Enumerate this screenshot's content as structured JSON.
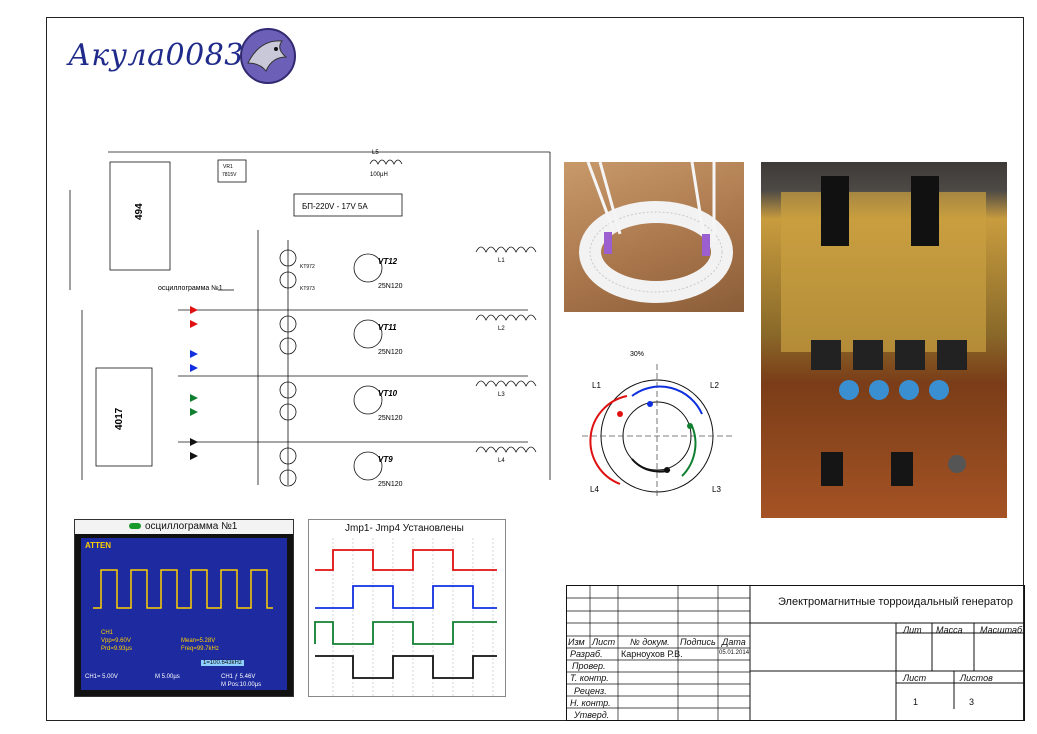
{
  "logo": {
    "text": "Акула0083"
  },
  "schematic": {
    "ics": [
      {
        "name": "494"
      },
      {
        "name": "4017"
      }
    ],
    "power_supply_label": "БП-220V - 17V 5A",
    "regulator": {
      "ref": "VR1",
      "value": "7815V"
    },
    "inductor": {
      "ref": "L5",
      "value": "100µH"
    },
    "oscillogram_tag": "осциллограмма №1",
    "transistors": [
      {
        "ref": "VT12",
        "type": "25N120"
      },
      {
        "ref": "VT11",
        "type": "25N120"
      },
      {
        "ref": "VT10",
        "type": "25N120"
      },
      {
        "ref": "VT9",
        "type": "25N120"
      }
    ],
    "drivers": [
      "KT972",
      "KT973"
    ],
    "coils": [
      "L1",
      "L2",
      "L3",
      "L4"
    ]
  },
  "toroid_diagram": {
    "angle_label": "30%",
    "coil_labels": [
      "L1",
      "L2",
      "L3",
      "L4"
    ]
  },
  "oscilloscope": {
    "title": "осциллограмма №1",
    "brand": "ATTEN",
    "readouts": [
      "CH1",
      "Vpp=9.60V",
      "Prd=9.93µs",
      "Mean=5.28V",
      "Freq=99.7kHz",
      "CH1= 5.00V",
      "M 5.00µs",
      "CH1 ƒ 5.46V",
      "M Pos:10.00µs",
      "1=100.643kHz"
    ]
  },
  "waveforms": {
    "title": "Jmp1- Jmp4 Установлены",
    "colors": [
      "#e01010",
      "#1030e0",
      "#108030",
      "#111111"
    ]
  },
  "title_block": {
    "doc_title": "Электромагнитные торроидальный генератор",
    "headers": [
      "Изм",
      "Лист",
      "№ докум.",
      "Подпись",
      "Дата"
    ],
    "roles": [
      "Разраб.",
      "Провер.",
      "Т. контр.",
      "Реценз.",
      "Н. контр.",
      "Утверд."
    ],
    "developer": "Карноухов Р.В.",
    "date": "05.01.2014",
    "lit_label": "Лит",
    "mass_label": "Масса",
    "scale_label": "Масштаб",
    "sheet_label": "Лист",
    "sheets_label": "Листов",
    "sheet_value": "1",
    "sheets_value": "3"
  }
}
